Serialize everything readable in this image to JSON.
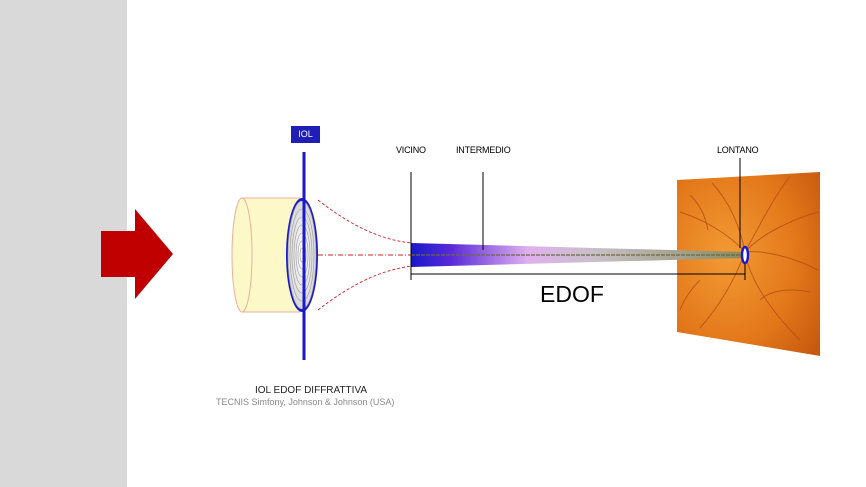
{
  "labels": {
    "iol": "IOL",
    "near": "VICINO",
    "intermediate": "INTERMEDIO",
    "far": "LONTANO",
    "edof": "EDOF"
  },
  "caption": {
    "title": "IOL EDOF DIFFRATTIVA",
    "subtitle": "TECNIS Simfony, Johnson & Johnson (USA)"
  },
  "colors": {
    "side_panel": "#d9d9d9",
    "arrow": "#c00000",
    "iol_badge": "#1f1fb8",
    "iol_line": "#1a1acc",
    "retina": "#e8801e",
    "lens_body": "#fdf8c8"
  }
}
